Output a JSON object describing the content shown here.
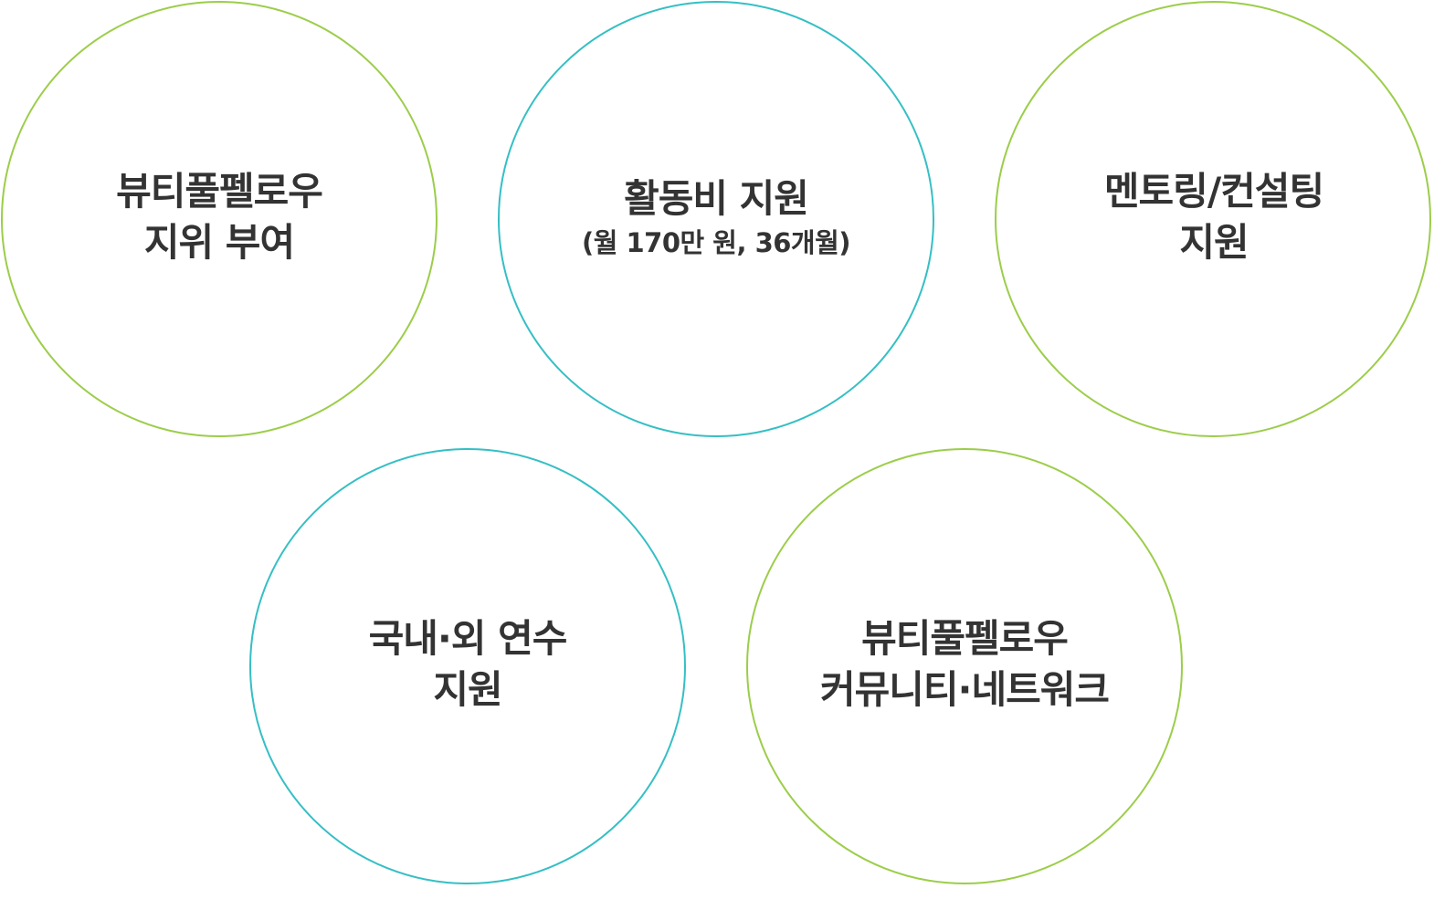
{
  "colors": {
    "green_border": "#9ccd4a",
    "teal_border": "#35bfc4",
    "text": "#333333"
  },
  "circles": [
    {
      "lines": [
        "뷰티풀펠로우",
        "지위 부여"
      ]
    },
    {
      "lines": [
        "활동비 지원"
      ],
      "sub": "(월 170만 원, 36개월)"
    },
    {
      "lines": [
        "멘토링/컨설팅",
        "지원"
      ]
    },
    {
      "lines": [
        "국내·외 연수",
        "지원"
      ]
    },
    {
      "lines": [
        "뷰티풀펠로우",
        "커뮤니티·네트워크"
      ]
    }
  ]
}
